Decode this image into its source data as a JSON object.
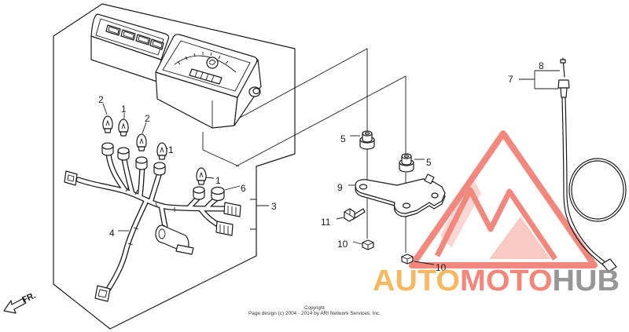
{
  "callouts": [
    "2",
    "1",
    "2",
    "1",
    "1",
    "6",
    "3",
    "4",
    "5",
    "5",
    "9",
    "11",
    "10",
    "10",
    "7",
    "8"
  ],
  "direction_label": "FR.",
  "footer": {
    "copyright": "Copyright",
    "credit": "Page design (c) 2004 - 2014 by ARI Network Services, Inc."
  },
  "watermark": {
    "auto": "AUTO",
    "moto": "MOTO",
    "hub": "HUB",
    "colors": {
      "auto": "#f7b24f",
      "moto": "#f2786b",
      "hub": "#8c8c8c",
      "logo": "#f06a5e"
    }
  },
  "icons": {
    "direction": "front-direction-arrow-icon"
  }
}
